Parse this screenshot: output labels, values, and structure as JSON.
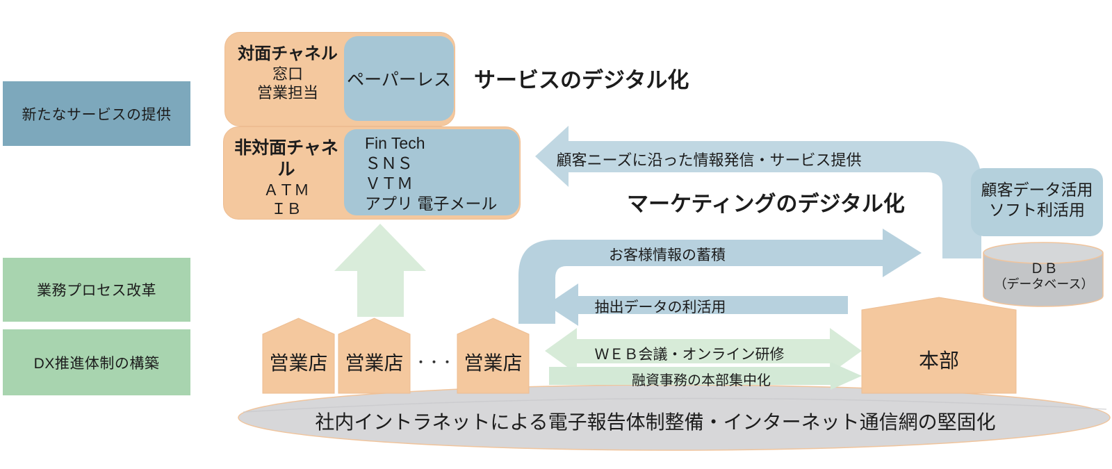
{
  "diagram_title_area": {
    "service_heading": "サービスのデジタル化",
    "marketing_heading": "マーケティングのデジタル化"
  },
  "left_pillars": [
    {
      "label": "新たなサービスの提供"
    },
    {
      "label": "業務プロセス改革"
    },
    {
      "label": "DX推進体制の構築"
    }
  ],
  "channels": {
    "face": {
      "title": "対面チャネル",
      "items": [
        "窓口",
        "営業担当"
      ],
      "tag": "ペーパーレス"
    },
    "nonface": {
      "title": "非対面チャネル",
      "items": [
        "ＡＴＭ",
        "ＩＢ"
      ],
      "tags": [
        "Fin Tech",
        "ＳＮＳ",
        "ＶＴＭ",
        "アプリ 電子メール"
      ]
    }
  },
  "arrows": {
    "customer_needs": "顧客ニーズに沿った情報発信・サービス提供",
    "info_accumulation": "お客様情報の蓄積",
    "extracted_data": "抽出データの利活用",
    "web_meeting": "ＷＥＢ会議・オンライン研修",
    "loan_centralization": "融資事務の本部集中化"
  },
  "nodes": {
    "branch": "営業店",
    "dots": "・・・",
    "headquarters": "本部",
    "customer_data_line1": "顧客データ活用",
    "customer_data_line2": "ソフト利活用",
    "db_line1": "ＤＢ",
    "db_line2": "（データベース）"
  },
  "base_bar": {
    "label": "社内イントラネットによる電子報告体制整備・インターネット通信網の堅固化"
  },
  "palette": {
    "pillar_blue": "#7da8bc",
    "pillar_green": "#a8d4af",
    "orange": "#f4c89e",
    "orange_border": "#edbd92",
    "panel_blue": "#a6c6d5",
    "arrow_blue_large": "#c0d7e2",
    "arrow_blue_mid": "#b7d1de",
    "customer_data_blue": "#b4d0dc",
    "arrow_green_up": "#d9ecda",
    "arrow_green_web": "#d7ebd8",
    "arrow_green_loan": "#d3e9d6",
    "base_band_gray": "#d7d7d9",
    "band_rim_orange": "#f0c49c",
    "db_gray": "#c3c5c7",
    "db_gray_top": "#d5d7d9",
    "text": "#1c1c1c"
  }
}
